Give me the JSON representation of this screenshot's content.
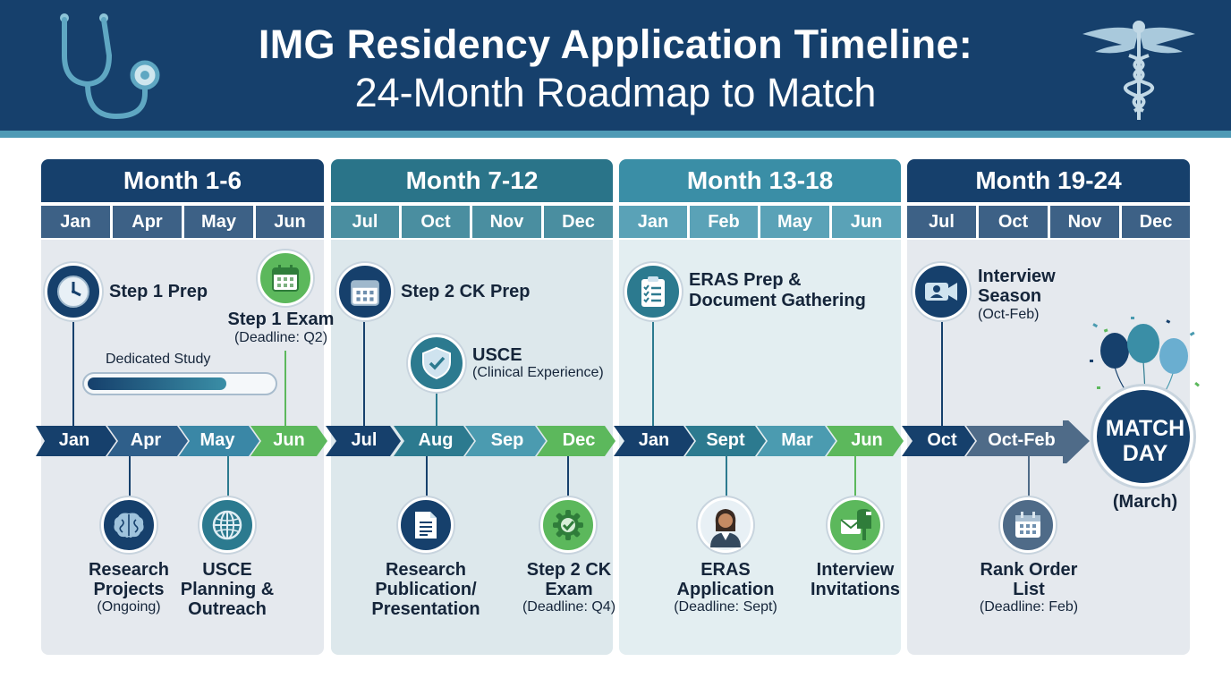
{
  "header": {
    "title": "IMG Residency Application Timeline:",
    "subtitle": "24-Month Roadmap to Match",
    "left_icon": "stethoscope-icon",
    "right_icon": "caduceus-icon"
  },
  "colors": {
    "navy": "#16406c",
    "teal": "#2c7a8f",
    "teal_light": "#4b9bb0",
    "green": "#5cb85c",
    "slate": "#4f6b88"
  },
  "quarters": [
    {
      "title": "Month 1-6",
      "months": [
        "Jan",
        "Apr",
        "May",
        "Jun"
      ]
    },
    {
      "title": "Month 7-12",
      "months": [
        "Jul",
        "Oct",
        "Nov",
        "Dec"
      ]
    },
    {
      "title": "Month 13-18",
      "months": [
        "Jan",
        "Feb",
        "May",
        "Jun"
      ]
    },
    {
      "title": "Month 19-24",
      "months": [
        "Jul",
        "Oct",
        "Nov",
        "Dec"
      ]
    }
  ],
  "timeline": [
    "Jan",
    "Apr",
    "May",
    "Jun",
    "Jul",
    "Aug",
    "Sep",
    "Dec",
    "Jan",
    "Sept",
    "Mar",
    "Jun",
    "Oct",
    "Oct-Feb"
  ],
  "milestones": {
    "step1_prep": {
      "label": "Step 1 Prep",
      "icon": "clock-icon"
    },
    "step1_exam": {
      "label": "Step 1 Exam",
      "sub": "(Deadline: Q2)",
      "icon": "calendar-icon"
    },
    "dedicated_study": {
      "label": "Dedicated Study",
      "progress": 0.75
    },
    "step2_prep": {
      "label": "Step 2 CK Prep",
      "icon": "calendar-icon"
    },
    "usce": {
      "label": "USCE",
      "sub": "(Clinical Experience)",
      "icon": "shield-check-icon"
    },
    "eras_prep": {
      "label": "ERAS Prep &",
      "label2": "Document Gathering",
      "icon": "clipboard-checklist-icon"
    },
    "interview_season": {
      "label": "Interview",
      "label2": "Season",
      "sub": "(Oct-Feb)",
      "icon": "video-camera-icon"
    },
    "research_projects": {
      "label": "Research",
      "label2": "Projects",
      "sub": "(Ongoing)",
      "icon": "brain-icon"
    },
    "usce_planning": {
      "label": "USCE",
      "label2": "Planning &",
      "label3": "Outreach",
      "icon": "globe-icon"
    },
    "research_pub": {
      "label": "Research",
      "label2": "Publication/",
      "label3": "Presentation",
      "icon": "document-icon"
    },
    "step2_exam": {
      "label": "Step 2 CK",
      "label2": "Exam",
      "sub": "(Deadline: Q4)",
      "icon": "gear-check-icon"
    },
    "eras_app": {
      "label": "ERAS",
      "label2": "Application",
      "sub": "(Deadline: Sept)",
      "icon": "doctor-avatar-icon"
    },
    "interview_inv": {
      "label": "Interview",
      "label2": "Invitations",
      "icon": "mailbox-icon"
    },
    "rank_list": {
      "label": "Rank Order",
      "label2": "List",
      "sub": "(Deadline: Feb)",
      "icon": "calendar-icon"
    },
    "match_day": {
      "label": "MATCH",
      "label2": "DAY",
      "sub": "(March)",
      "icon": "balloons-icon"
    }
  }
}
